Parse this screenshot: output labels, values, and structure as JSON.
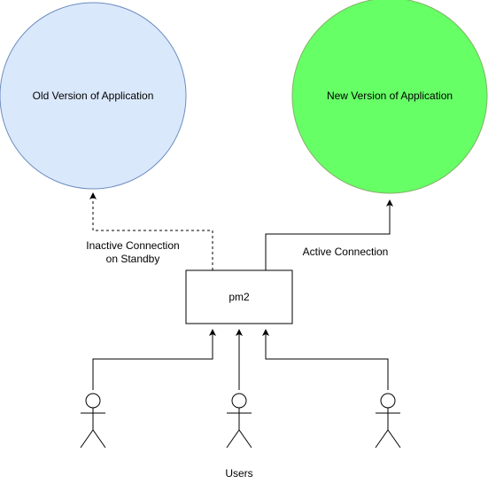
{
  "nodes": {
    "old_app": {
      "label": "Old Version of Application",
      "fill": "#dae8fc",
      "stroke": "#6c8ebf"
    },
    "new_app": {
      "label": "New Version of Application",
      "fill": "#66ff66",
      "stroke": "#82b366"
    },
    "pm2": {
      "label": "pm2"
    }
  },
  "edges": {
    "inactive": {
      "label_line1": "Inactive Connection",
      "label_line2": "on Standby",
      "style": "dashed"
    },
    "active": {
      "label": "Active Connection",
      "style": "solid"
    }
  },
  "actors": {
    "count": 3,
    "label": "Users"
  }
}
